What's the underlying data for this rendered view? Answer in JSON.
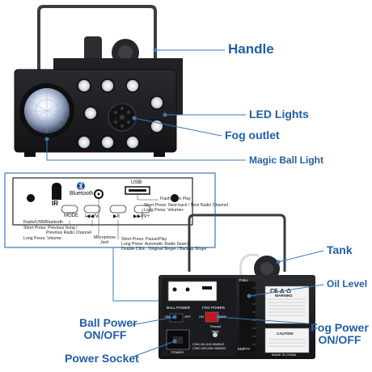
{
  "callouts": {
    "handle": "Handle",
    "led_lights": "LED Lights",
    "fog_outlet": "Fog outlet",
    "magic_ball": "Magic Ball Light",
    "tank": "Tank",
    "oil_level": "Oil Level",
    "ball_power_1": "Ball Power",
    "ball_power_2": "ON/OFF",
    "fog_power_1": "Fog Power",
    "fog_power_2": "ON/OFF",
    "power_socket": "Power Socket"
  },
  "panel": {
    "ir": "IR",
    "bluetooth": "Bluetooth",
    "usb": "USB",
    "btn_mode": "MODE",
    "btn_prev": "I◀◀/V-",
    "btn_play": "▶II",
    "btn_next": "▶▶I/V+"
  },
  "notes": {
    "flash_drive": "Flash Drive Play",
    "next_short": "Short Press: Next track / Next Radio Channel",
    "next_long": "Long Press: Volume+",
    "mode": "Radio/USB/Bluetooth",
    "prev_short1": "Short Press: Previous Song /",
    "prev_short2": "Previous Radio Channel",
    "prev_long": "Long Press: Volume-",
    "mic1": "Microphone",
    "mic2": "Jack",
    "play_short": "Short Press: Pause/Play",
    "play_long": "Long Press: Automatic Radio Search",
    "play_double": "Double Click : Original Singer / Backup Singer"
  },
  "rear": {
    "ball_power": "BALL POWER",
    "fog_power": "FOG POWER",
    "on": "ON",
    "off": "OFF",
    "prompt1": "Prompt",
    "prompt2": "lamp",
    "power": "POWER",
    "full": "FULL",
    "empty": "EMPTY",
    "warning": "WARNING",
    "caution": "CAUTION",
    "made_in": "MADE IN CHINA",
    "spec1": "CZHC:90-110V 50/60HZ",
    "spec2": "CZHC:220-240V 50/60HZ"
  },
  "colors": {
    "callout_blue": "#1f5fa8",
    "line_blue": "#3a78b8",
    "machine_black": "#1c1c1e"
  }
}
